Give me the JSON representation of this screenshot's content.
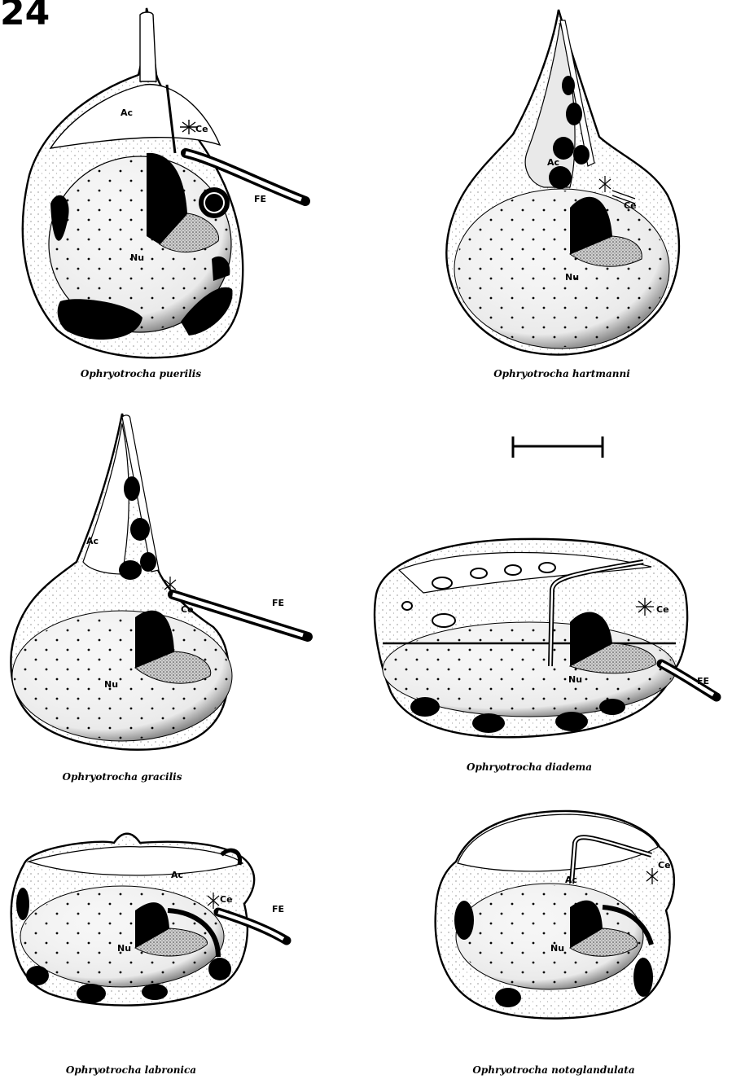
{
  "figure_number": "24",
  "panels": [
    {
      "species": "Ophryotrocha puerilis",
      "labels": {
        "ac": "Ac",
        "ce": "Ce",
        "fe": "FE",
        "nu": "Nu"
      }
    },
    {
      "species": "Ophryotrocha hartmanni",
      "labels": {
        "ac": "Ac",
        "ce": "Ce",
        "nu": "Nu"
      }
    },
    {
      "species": "Ophryotrocha gracilis",
      "labels": {
        "ac": "Ac",
        "ce": "Ce",
        "fe": "FE",
        "nu": "Nu"
      }
    },
    {
      "species": "Ophryotrocha diadema",
      "labels": {
        "ce": "Ce",
        "fe": "FE",
        "nu": "Nu"
      }
    },
    {
      "species": "Ophryotrocha labronica",
      "labels": {
        "ac": "Ac",
        "ce": "Ce",
        "fe": "FE",
        "nu": "Nu"
      }
    },
    {
      "species": "Ophryotrocha notoglandulata",
      "labels": {
        "ac": "Ac",
        "ce": "Ce",
        "nu": "Nu"
      }
    }
  ]
}
